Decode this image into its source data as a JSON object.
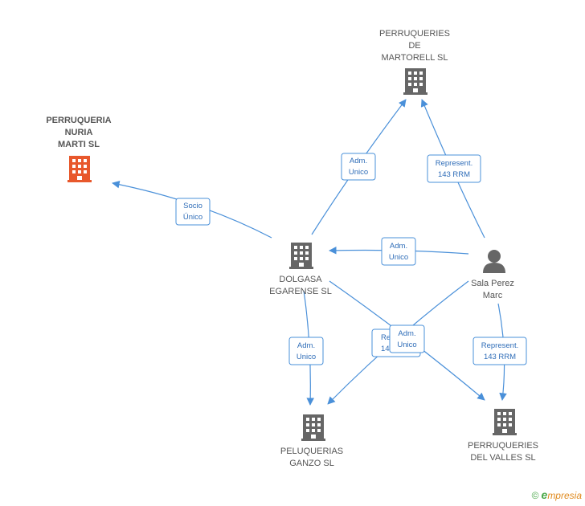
{
  "nodes": {
    "martorell": [
      "PERRUQUERIES",
      "DE",
      "MARTORELL SL"
    ],
    "nuria": [
      "PERRUQUERIA",
      "NURIA",
      "MARTI SL"
    ],
    "dolgasa": [
      "DOLGASA",
      "EGARENSE SL"
    ],
    "sala": [
      "Sala Perez",
      "Marc"
    ],
    "ganzo": [
      "PELUQUERIAS",
      "GANZO SL"
    ],
    "valles": [
      "PERRUQUERIES",
      "DEL VALLES SL"
    ]
  },
  "edges": {
    "socio_unico": [
      "Socio",
      "Único"
    ],
    "adm_martorell": [
      "Adm.",
      "Unico"
    ],
    "rep_martorell": [
      "Represent.",
      "143 RRM"
    ],
    "adm_sala_dolgasa": [
      "Adm.",
      "Unico"
    ],
    "adm_ganzo": [
      "Adm.",
      "Unico"
    ],
    "rep_hidden": [
      "Represent.",
      "143 RRM"
    ],
    "adm_cross": [
      "Adm.",
      "Unico"
    ],
    "rep_valles": [
      "Represent.",
      "143 RRM"
    ]
  },
  "colors": {
    "focus": "#e8582c",
    "node": "#666666",
    "edge": "#4a90d9"
  },
  "footer": {
    "copyright": "©",
    "brand_initial": "e",
    "brand_rest": "mpresia"
  }
}
